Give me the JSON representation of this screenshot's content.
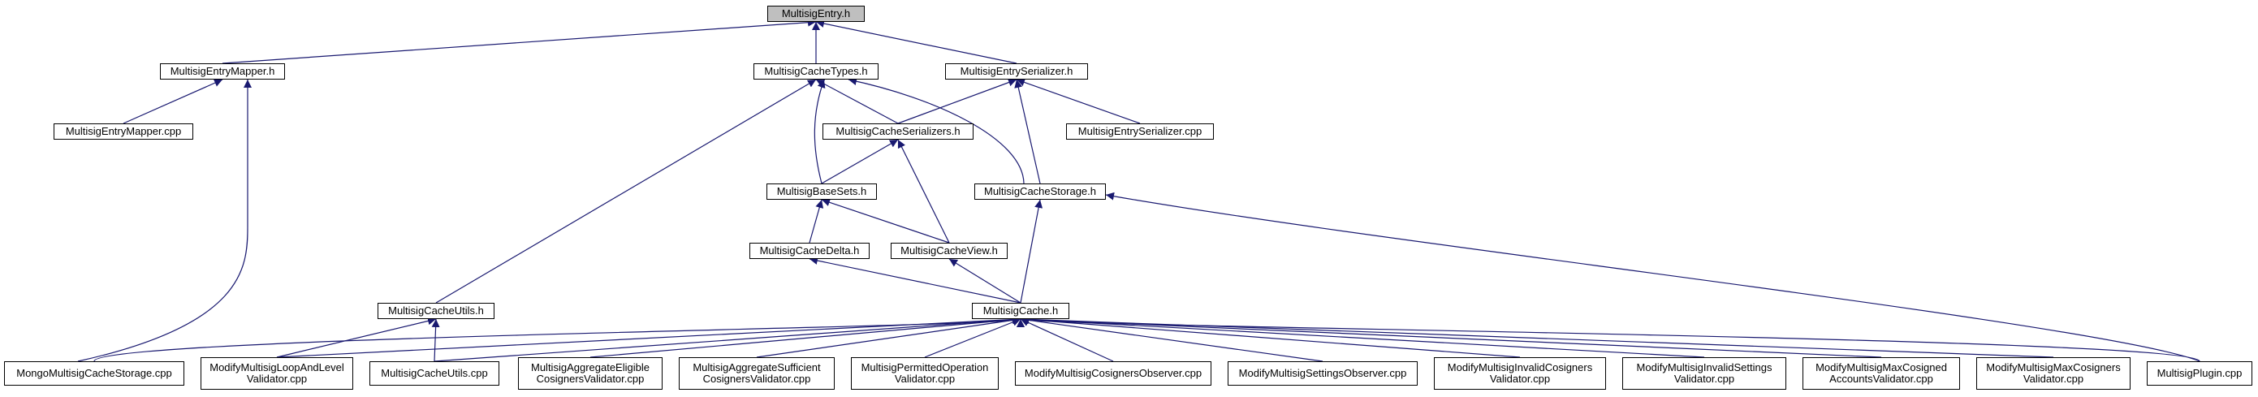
{
  "graph": {
    "root": "MultisigEntry.h",
    "nodes": [
      {
        "id": "n_entry",
        "lines": [
          "MultisigEntry.h"
        ],
        "root": true
      },
      {
        "id": "n_mapper_h",
        "lines": [
          "MultisigEntryMapper.h"
        ]
      },
      {
        "id": "n_cachetypes_h",
        "lines": [
          "MultisigCacheTypes.h"
        ]
      },
      {
        "id": "n_serializer_h",
        "lines": [
          "MultisigEntrySerializer.h"
        ]
      },
      {
        "id": "n_mapper_cpp",
        "lines": [
          "MultisigEntryMapper.cpp"
        ]
      },
      {
        "id": "n_cacheserializers_h",
        "lines": [
          "MultisigCacheSerializers.h"
        ]
      },
      {
        "id": "n_serializer_cpp",
        "lines": [
          "MultisigEntrySerializer.cpp"
        ]
      },
      {
        "id": "n_basesets_h",
        "lines": [
          "MultisigBaseSets.h"
        ]
      },
      {
        "id": "n_cachestorage_h",
        "lines": [
          "MultisigCacheStorage.h"
        ]
      },
      {
        "id": "n_cachedelta_h",
        "lines": [
          "MultisigCacheDelta.h"
        ]
      },
      {
        "id": "n_cacheview_h",
        "lines": [
          "MultisigCacheView.h"
        ]
      },
      {
        "id": "n_cacheutils_h",
        "lines": [
          "MultisigCacheUtils.h"
        ]
      },
      {
        "id": "n_cache_h",
        "lines": [
          "MultisigCache.h"
        ]
      },
      {
        "id": "n_mongo_cpp",
        "lines": [
          "MongoMultisigCacheStorage.cpp"
        ]
      },
      {
        "id": "n_loop_cpp",
        "lines": [
          "ModifyMultisigLoopAndLevel",
          "Validator.cpp"
        ]
      },
      {
        "id": "n_cacheutils_cpp",
        "lines": [
          "MultisigCacheUtils.cpp"
        ]
      },
      {
        "id": "n_eligible_cpp",
        "lines": [
          "MultisigAggregateEligible",
          "CosignersValidator.cpp"
        ]
      },
      {
        "id": "n_sufficient_cpp",
        "lines": [
          "MultisigAggregateSufficient",
          "CosignersValidator.cpp"
        ]
      },
      {
        "id": "n_permitted_cpp",
        "lines": [
          "MultisigPermittedOperation",
          "Validator.cpp"
        ]
      },
      {
        "id": "n_cosobs_cpp",
        "lines": [
          "ModifyMultisigCosignersObserver.cpp"
        ]
      },
      {
        "id": "n_setobs_cpp",
        "lines": [
          "ModifyMultisigSettingsObserver.cpp"
        ]
      },
      {
        "id": "n_invcos_cpp",
        "lines": [
          "ModifyMultisigInvalidCosigners",
          "Validator.cpp"
        ]
      },
      {
        "id": "n_invset_cpp",
        "lines": [
          "ModifyMultisigInvalidSettings",
          "Validator.cpp"
        ]
      },
      {
        "id": "n_maxacc_cpp",
        "lines": [
          "ModifyMultisigMaxCosigned",
          "AccountsValidator.cpp"
        ]
      },
      {
        "id": "n_maxcos_cpp",
        "lines": [
          "ModifyMultisigMaxCosigners",
          "Validator.cpp"
        ]
      },
      {
        "id": "n_plugin_cpp",
        "lines": [
          "MultisigPlugin.cpp"
        ]
      }
    ],
    "edges": [
      [
        "n_mapper_h",
        "n_entry"
      ],
      [
        "n_cachetypes_h",
        "n_entry"
      ],
      [
        "n_serializer_h",
        "n_entry"
      ],
      [
        "n_mapper_cpp",
        "n_mapper_h"
      ],
      [
        "n_mongo_cpp",
        "n_mapper_h"
      ],
      [
        "n_cacheserializers_h",
        "n_cachetypes_h"
      ],
      [
        "n_basesets_h",
        "n_cachetypes_h"
      ],
      [
        "n_cachestorage_h",
        "n_cachetypes_h"
      ],
      [
        "n_cacheutils_h",
        "n_cachetypes_h"
      ],
      [
        "n_cacheserializers_h",
        "n_serializer_h"
      ],
      [
        "n_cachestorage_h",
        "n_serializer_h"
      ],
      [
        "n_serializer_cpp",
        "n_serializer_h"
      ],
      [
        "n_basesets_h",
        "n_cacheserializers_h"
      ],
      [
        "n_cacheview_h",
        "n_cacheserializers_h"
      ],
      [
        "n_cachedelta_h",
        "n_basesets_h"
      ],
      [
        "n_cacheview_h",
        "n_basesets_h"
      ],
      [
        "n_cache_h",
        "n_cachestorage_h"
      ],
      [
        "n_plugin_cpp",
        "n_cachestorage_h"
      ],
      [
        "n_cache_h",
        "n_cachedelta_h"
      ],
      [
        "n_cache_h",
        "n_cacheview_h"
      ],
      [
        "n_loop_cpp",
        "n_cacheutils_h"
      ],
      [
        "n_cacheutils_cpp",
        "n_cacheutils_h"
      ],
      [
        "n_mongo_cpp",
        "n_cache_h"
      ],
      [
        "n_loop_cpp",
        "n_cache_h"
      ],
      [
        "n_cacheutils_cpp",
        "n_cache_h"
      ],
      [
        "n_eligible_cpp",
        "n_cache_h"
      ],
      [
        "n_sufficient_cpp",
        "n_cache_h"
      ],
      [
        "n_permitted_cpp",
        "n_cache_h"
      ],
      [
        "n_cosobs_cpp",
        "n_cache_h"
      ],
      [
        "n_setobs_cpp",
        "n_cache_h"
      ],
      [
        "n_invcos_cpp",
        "n_cache_h"
      ],
      [
        "n_invset_cpp",
        "n_cache_h"
      ],
      [
        "n_maxacc_cpp",
        "n_cache_h"
      ],
      [
        "n_maxcos_cpp",
        "n_cache_h"
      ],
      [
        "n_plugin_cpp",
        "n_cache_h"
      ]
    ],
    "colors": {
      "edge": "#191970",
      "root_fill": "#bfbfbf",
      "node_fill": "#ffffff",
      "border": "#000000"
    }
  }
}
